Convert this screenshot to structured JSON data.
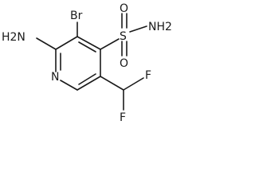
{
  "molecule": {
    "atoms": {
      "amino": "H2N",
      "bromo": "Br",
      "sulfur": "S",
      "oxygen_upper": "O",
      "oxygen_lower": "O",
      "sulfonamide_nh2": "NH2",
      "ring_nitrogen": "N",
      "fluorine_upper": "F",
      "fluorine_lower": "F"
    }
  }
}
